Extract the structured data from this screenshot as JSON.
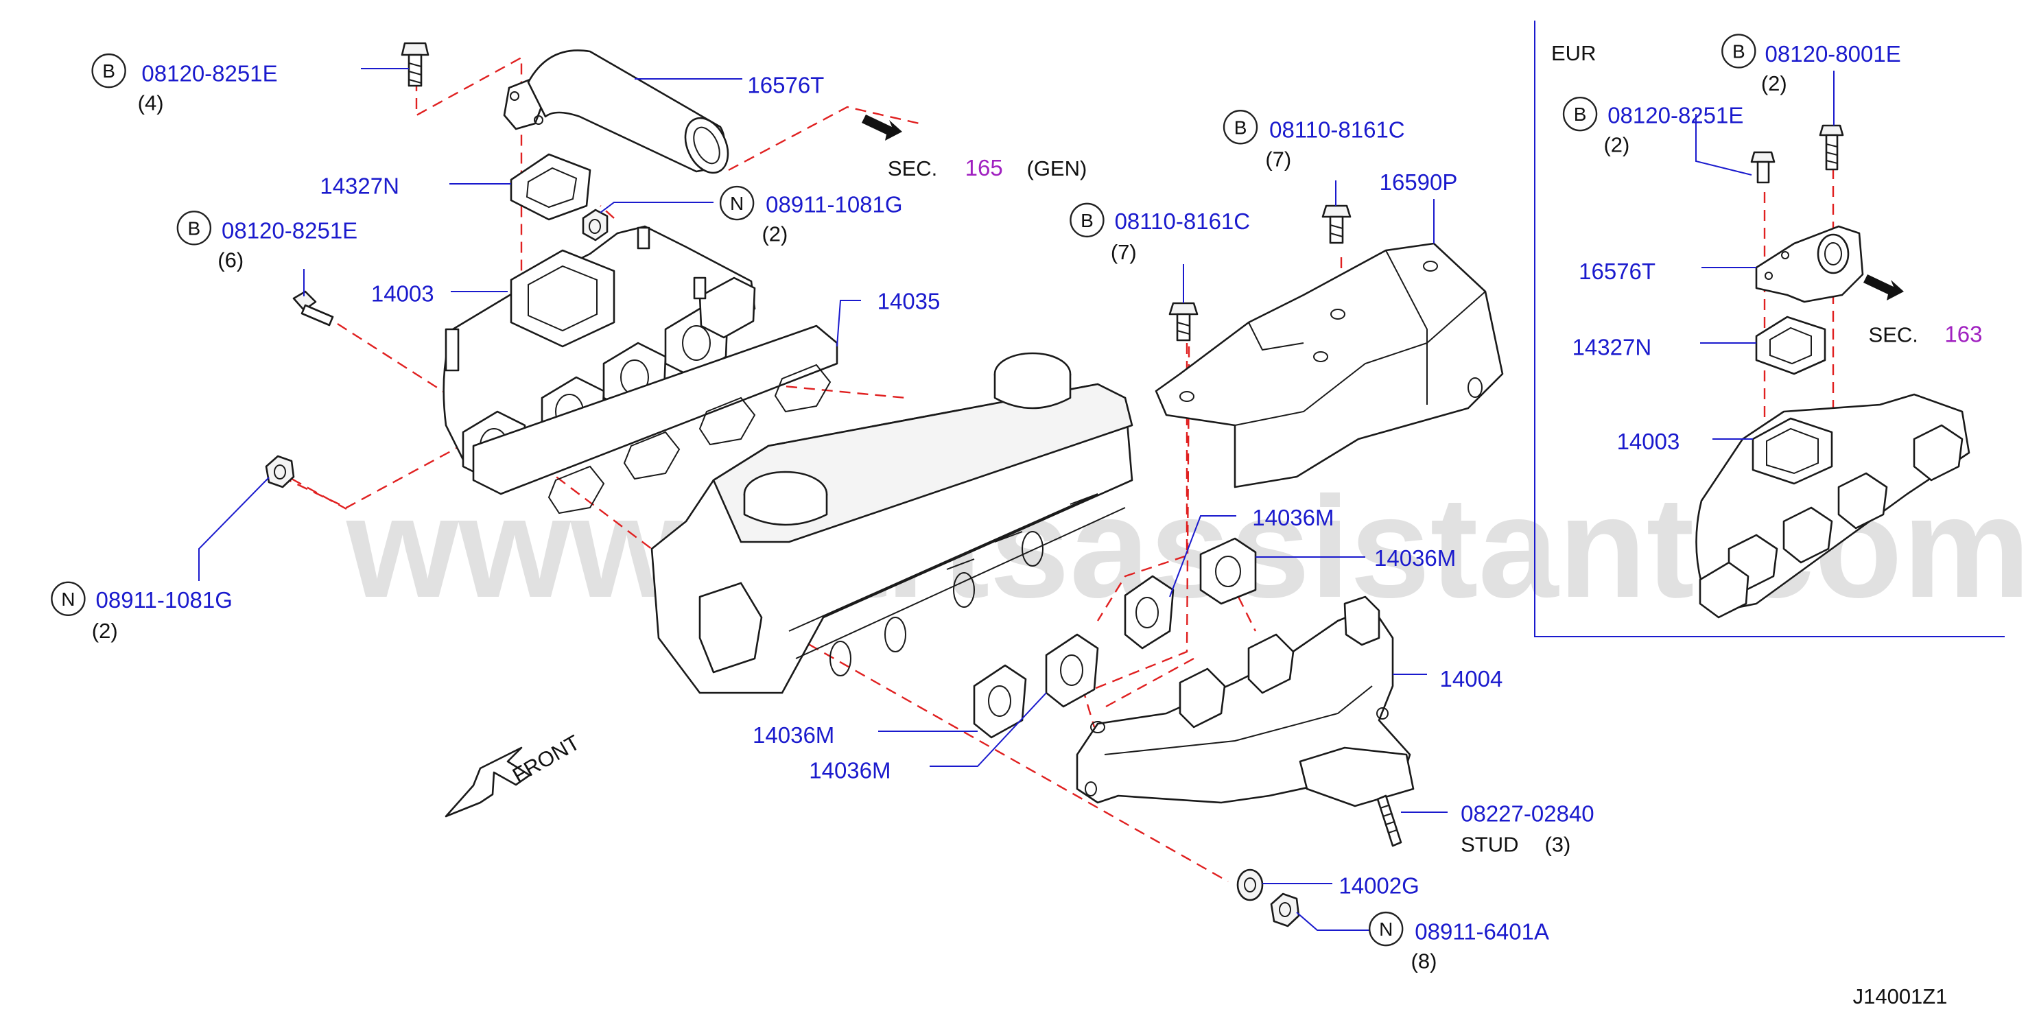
{
  "watermark": "www.partsassistant.com",
  "diagram_id": "J14001Z1",
  "eur_box": {
    "label": "EUR"
  },
  "front_label": "FRONT",
  "callouts": [
    {
      "id": "b_08120_8251E_4",
      "badge": "B",
      "part": "08120-8251E",
      "qty": "(4)"
    },
    {
      "id": "p_16576T",
      "part": "16576T"
    },
    {
      "id": "p_14327N",
      "part": "14327N"
    },
    {
      "id": "n_08911_1081G_2a",
      "badge": "N",
      "part": "08911-1081G",
      "qty": "(2)"
    },
    {
      "id": "b_08120_8251E_6",
      "badge": "B",
      "part": "08120-8251E",
      "qty": "(6)"
    },
    {
      "id": "p_14003",
      "part": "14003"
    },
    {
      "id": "p_14035",
      "part": "14035"
    },
    {
      "id": "n_08911_1081G_2b",
      "badge": "N",
      "part": "08911-1081G",
      "qty": "(2)"
    },
    {
      "id": "b_08110_8161C_7a",
      "badge": "B",
      "part": "08110-8161C",
      "qty": "(7)"
    },
    {
      "id": "b_08110_8161C_7b",
      "badge": "B",
      "part": "08110-8161C",
      "qty": "(7)"
    },
    {
      "id": "p_16590P",
      "part": "16590P"
    },
    {
      "id": "p_14036M_a",
      "part": "14036M"
    },
    {
      "id": "p_14036M_b",
      "part": "14036M"
    },
    {
      "id": "p_14036M_c",
      "part": "14036M"
    },
    {
      "id": "p_14036M_d",
      "part": "14036M"
    },
    {
      "id": "p_14004",
      "part": "14004"
    },
    {
      "id": "p_08227_02840",
      "part": "08227-02840",
      "note": "STUD",
      "qty": "(3)"
    },
    {
      "id": "p_14002G",
      "part": "14002G"
    },
    {
      "id": "n_08911_6401A",
      "badge": "N",
      "part": "08911-6401A",
      "qty": "(8)"
    },
    {
      "id": "eur_b_08120_8001E",
      "badge": "B",
      "part": "08120-8001E",
      "qty": "(2)"
    },
    {
      "id": "eur_b_08120_8251E",
      "badge": "B",
      "part": "08120-8251E",
      "qty": "(2)"
    },
    {
      "id": "eur_p_16576T",
      "part": "16576T"
    },
    {
      "id": "eur_p_14327N",
      "part": "14327N"
    },
    {
      "id": "eur_p_14003",
      "part": "14003"
    }
  ],
  "section_refs": [
    {
      "id": "sec_165",
      "prefix": "SEC.",
      "number": "165",
      "suffix": "(GEN)"
    },
    {
      "id": "sec_163",
      "prefix": "SEC.",
      "number": "163"
    }
  ],
  "colors": {
    "part_number": "#1a1acd",
    "section_number": "#a020c0",
    "leader_dash": "#e02020",
    "line": "#1a1a1a"
  }
}
